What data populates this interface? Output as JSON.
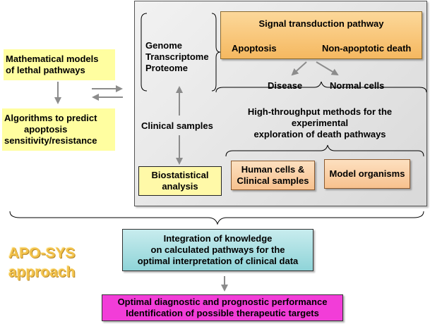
{
  "left": {
    "models_line1": "Mathematical models",
    "models_line2": "of lethal pathways",
    "algorithms_line1": "Algorithms to predict",
    "algorithms_line2": "apoptosis",
    "algorithms_line3": "sensitivity/resistance"
  },
  "omics": {
    "genome": "Genome",
    "transcriptome": "Transcriptome",
    "proteome": "Proteome"
  },
  "signal": {
    "title": "Signal transduction pathway",
    "apoptosis": "Apoptosis",
    "non_apoptotic": "Non-apoptotic death"
  },
  "outcomes": {
    "disease": "Disease",
    "normal": "Normal cells"
  },
  "clinical_samples": "Clinical samples",
  "high_throughput": {
    "line1": "High-throughput methods for the",
    "line2": "experimental",
    "line3": "exploration of death pathways"
  },
  "biostat": {
    "line1": "Biostatistical",
    "line2": "analysis"
  },
  "human_cells": {
    "line1": "Human cells &",
    "line2": "Clinical samples"
  },
  "model_organisms": "Model organisms",
  "integration": {
    "line1": "Integration of knowledge",
    "line2": "on calculated pathways for the",
    "line3": "optimal interpretation of clinical data"
  },
  "apo_sys": {
    "line1": "APO-SYS",
    "line2": "approach"
  },
  "optimal": {
    "line1": "Optimal diagnostic and prognostic performance",
    "line2": "Identification of possible therapeutic targets"
  },
  "colors": {
    "yellow_box": "#fffea0",
    "orange_box": "#f5b860",
    "peach_box": "#f7c18e",
    "teal_box": "#8fd4d8",
    "magenta_box": "#f23dd8",
    "apo_sys_text": "#f2c14a"
  }
}
